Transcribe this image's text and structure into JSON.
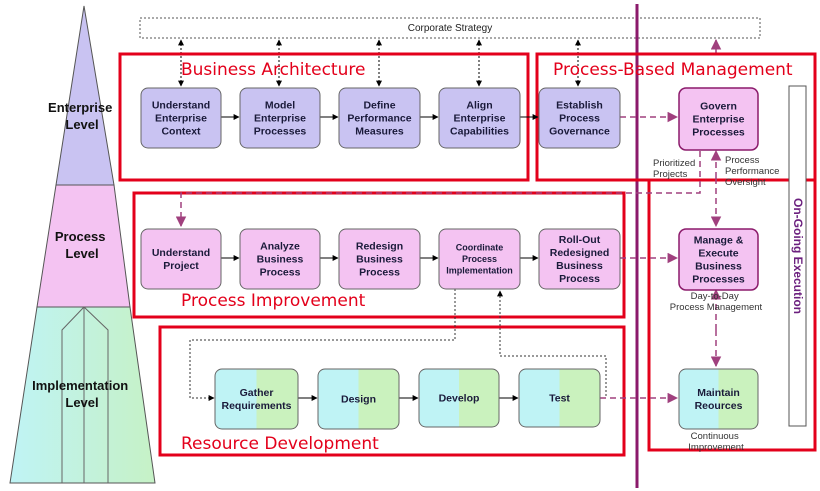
{
  "header": {
    "corporate_strategy": "Corporate Strategy"
  },
  "levels": {
    "enterprise": [
      "Enterprise",
      "Level"
    ],
    "process": [
      "Process",
      "Level"
    ],
    "implementation": [
      "Implementation",
      "Level"
    ]
  },
  "regions": {
    "business_architecture": "Business Architecture",
    "process_based_management": "Process-Based Management",
    "process_improvement": "Process Improvement",
    "resource_development": "Resource Development",
    "ongoing_execution": "On-Going Execution"
  },
  "nodes": {
    "understand_enterprise_context": [
      "Understand",
      "Enterprise",
      "Context"
    ],
    "model_enterprise_processes": [
      "Model",
      "Enterprise",
      "Processes"
    ],
    "define_performance_measures": [
      "Define",
      "Performance",
      "Measures"
    ],
    "align_enterprise_capabilities": [
      "Align",
      "Enterprise",
      "Capabilities"
    ],
    "establish_process_governance": [
      "Establish",
      "Process",
      "Governance"
    ],
    "govern_enterprise_processes": [
      "Govern",
      "Enterprise",
      "Processes"
    ],
    "understand_project": [
      "Understand",
      "Project"
    ],
    "analyze_business_process": [
      "Analyze",
      "Business",
      "Process"
    ],
    "redesign_business_process": [
      "Redesign",
      "Business",
      "Process"
    ],
    "coordinate_process_implementation": [
      "Coordinate",
      "Process",
      "Implementation"
    ],
    "roll_out_redesigned_business_process": [
      "Roll-Out",
      "Redesigned",
      "Business",
      "Process"
    ],
    "manage_execute_business_processes": [
      "Manage &",
      "Execute",
      "Business",
      "Processes"
    ],
    "gather_requirements": [
      "Gather",
      "Requirements"
    ],
    "design": [
      "Design"
    ],
    "develop": [
      "Develop"
    ],
    "test": [
      "Test"
    ],
    "maintain_reources": [
      "Maintain",
      "Reources"
    ]
  },
  "notes": {
    "prioritized_projects": [
      "Prioritized",
      "Projects"
    ],
    "process_performance_oversight": [
      "Process",
      "Performance",
      "Oversight"
    ],
    "day_to_day_process_management": [
      "Day-to-Day",
      "Process Management"
    ],
    "continuous_improvement": [
      "Continuous",
      "Improvement"
    ]
  },
  "colors": {
    "purple_box": "#c9c3f2",
    "pink_box": "#f4c3f2",
    "teal_box": "#c0f3f3",
    "green_box": "#c8f2c0",
    "region_border": "#e3001b",
    "divider": "#8b1a6b",
    "pyramid_top": "#c9c3f2",
    "pyramid_mid": "#f4c3f2",
    "pyramid_bottom": "#c0f3f3"
  }
}
